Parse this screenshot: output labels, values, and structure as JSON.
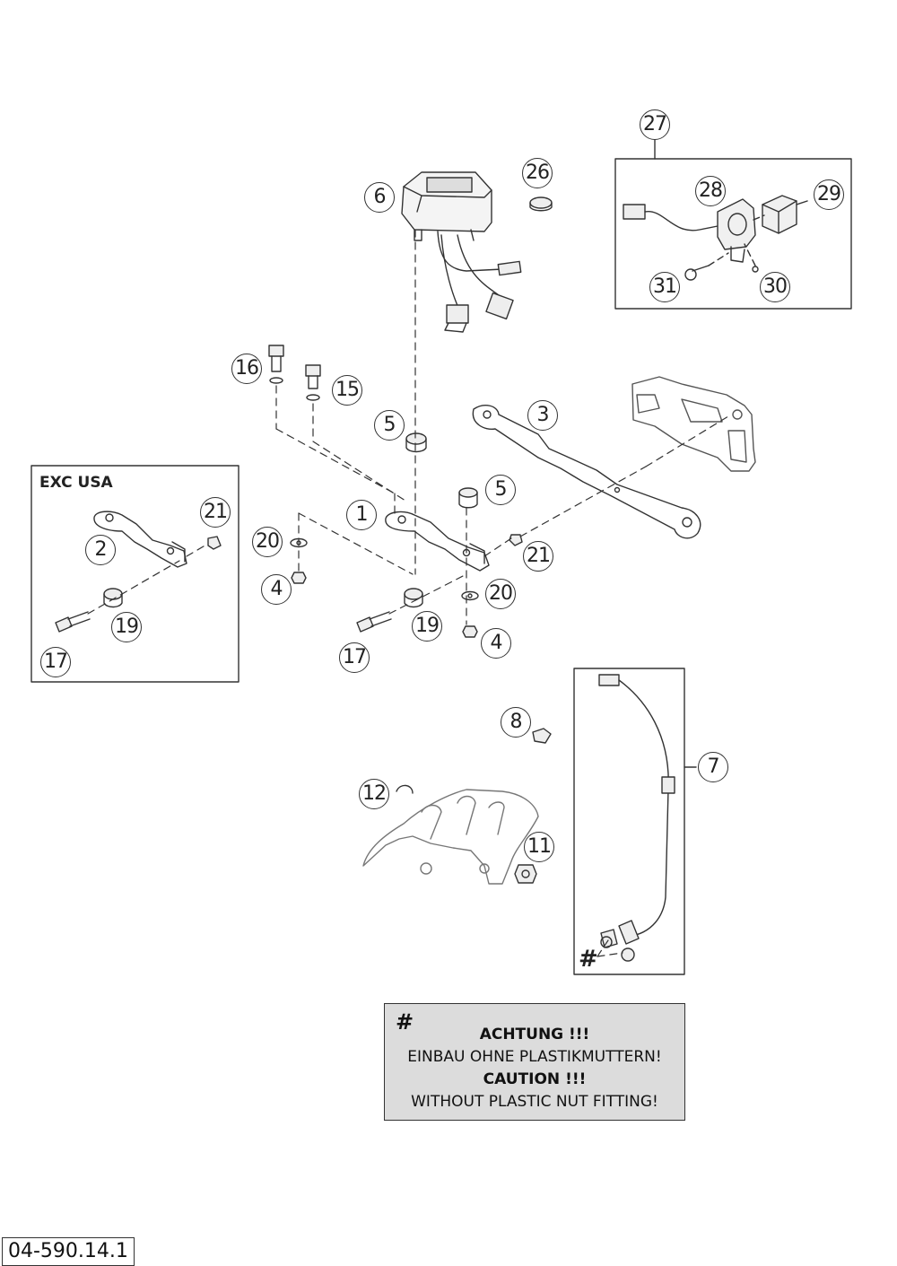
{
  "callouts": [
    {
      "id": "c27",
      "label": "27"
    },
    {
      "id": "c26",
      "label": "26"
    },
    {
      "id": "c6",
      "label": "6"
    },
    {
      "id": "c28",
      "label": "28"
    },
    {
      "id": "c29",
      "label": "29"
    },
    {
      "id": "c31",
      "label": "31"
    },
    {
      "id": "c30",
      "label": "30"
    },
    {
      "id": "c16",
      "label": "16"
    },
    {
      "id": "c15",
      "label": "15"
    },
    {
      "id": "c5a",
      "label": "5"
    },
    {
      "id": "c3",
      "label": "3"
    },
    {
      "id": "c1",
      "label": "1"
    },
    {
      "id": "c5b",
      "label": "5"
    },
    {
      "id": "c20a",
      "label": "20"
    },
    {
      "id": "c21b",
      "label": "21"
    },
    {
      "id": "c4a",
      "label": "4"
    },
    {
      "id": "c20b",
      "label": "20"
    },
    {
      "id": "c19b",
      "label": "19"
    },
    {
      "id": "c17b",
      "label": "17"
    },
    {
      "id": "c4b",
      "label": "4"
    },
    {
      "id": "c21a",
      "label": "21"
    },
    {
      "id": "c2",
      "label": "2"
    },
    {
      "id": "c19a",
      "label": "19"
    },
    {
      "id": "c17a",
      "label": "17"
    },
    {
      "id": "c8",
      "label": "8"
    },
    {
      "id": "c7",
      "label": "7"
    },
    {
      "id": "c12",
      "label": "12"
    },
    {
      "id": "c11",
      "label": "11"
    }
  ],
  "exc_usa_label": "EXC USA",
  "hash_symbol": "#",
  "caution_box": {
    "hash": "#",
    "line1": "ACHTUNG !!!",
    "line2": "EINBAU OHNE PLASTIKMUTTERN!",
    "line3": "CAUTION !!!",
    "line4": "WITHOUT PLASTIC NUT FITTING!"
  },
  "reference_code": "04-590.14.1"
}
